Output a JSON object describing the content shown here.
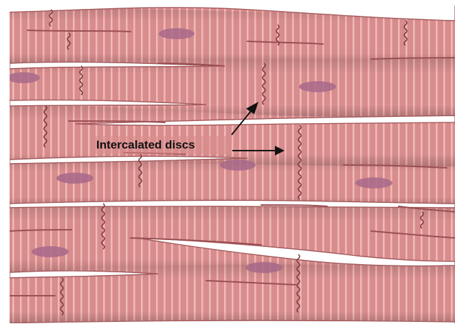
{
  "annotation": {
    "label": "Intercalated discs"
  },
  "colors": {
    "fiber_fill": "#d88c8c",
    "fiber_edge": "#a45a5c",
    "striation": "#f2bebe",
    "nucleus": "#a8688a",
    "disc": "#7a3a3c",
    "gap": "#ffffff",
    "arrow": "#111111"
  },
  "icons": [
    "cardiac-muscle-fibers",
    "nucleus",
    "intercalated-disc"
  ]
}
